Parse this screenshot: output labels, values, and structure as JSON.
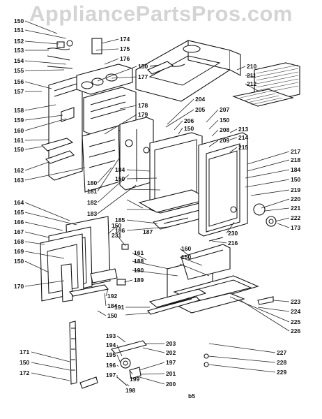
{
  "watermark": "AppliancePartsPros.com",
  "diagram_code": "b5",
  "labels": {
    "l150a": "150",
    "l151": "151",
    "l152": "152",
    "l153": "153",
    "l154": "154",
    "l155": "155",
    "l156": "156",
    "l157": "157",
    "l158": "158",
    "l159": "159",
    "l160": "160",
    "l161": "161",
    "l150b": "150",
    "l162": "162",
    "l163": "163",
    "l174": "174",
    "l175": "175",
    "l176": "176",
    "l150c": "150",
    "l177": "177",
    "l178": "178",
    "l179": "179",
    "l180": "180",
    "l181": "181",
    "l182": "182",
    "l183": "183",
    "l204": "204",
    "l205": "205",
    "l206": "206",
    "l150d": "150",
    "l207": "207",
    "l150e": "150",
    "l208": "208",
    "l209": "209",
    "l213": "213",
    "l214": "214",
    "l215": "215",
    "l210": "210",
    "l211": "211",
    "l212": "212",
    "l217": "217",
    "l218": "218",
    "l184a": "184",
    "l150f": "150",
    "l219": "219",
    "l220": "220",
    "l221": "221",
    "l222": "222",
    "l173": "173",
    "l184b": "184",
    "l150g": "150",
    "l185": "185",
    "l186": "186",
    "l187": "187",
    "l230": "230",
    "l216": "216",
    "l164": "164",
    "l165": "165",
    "l166": "166",
    "l167": "167",
    "l168": "168",
    "l169": "169",
    "l150h": "150",
    "l170": "170",
    "l150i": "150",
    "l231": "231",
    "l161b": "161",
    "l188": "188",
    "l189": "189",
    "l192": "192",
    "l184c": "184",
    "l150j": "150",
    "l160b": "160",
    "l150k": "150",
    "l190": "190",
    "l191": "191",
    "l223": "223",
    "l224": "224",
    "l225": "225",
    "l226": "226",
    "l193": "193",
    "l194": "194",
    "l195": "195",
    "l196": "196",
    "l197a": "197",
    "l198": "198",
    "l199": "199",
    "l203": "203",
    "l202": "202",
    "l197b": "197",
    "l201": "201",
    "l200": "200",
    "l227": "227",
    "l228": "228",
    "l229": "229",
    "l171": "171",
    "l150l": "150",
    "l172": "172"
  }
}
